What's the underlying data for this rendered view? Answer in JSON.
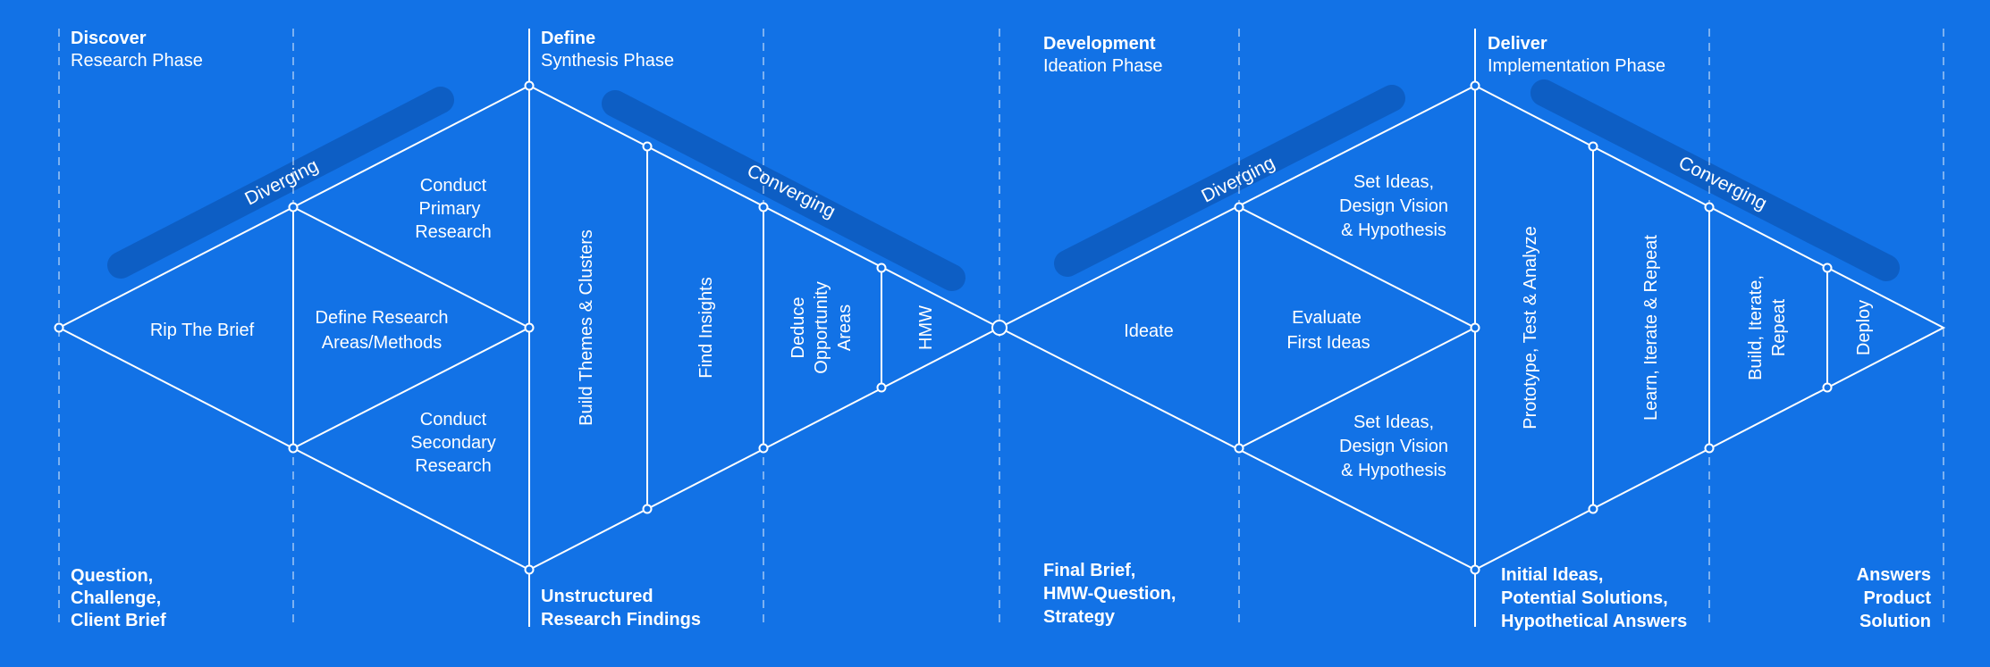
{
  "colors": {
    "background": "#1272e6",
    "lines": "#ffffff",
    "band": "#0d5ec4"
  },
  "phases": [
    {
      "name": "Discover",
      "subtitle": "Research Phase"
    },
    {
      "name": "Define",
      "subtitle": "Synthesis Phase"
    },
    {
      "name": "Development",
      "subtitle": "Ideation Phase"
    },
    {
      "name": "Deliver",
      "subtitle": "Implementation Phase"
    }
  ],
  "bottom_labels": {
    "discover": [
      "Question,",
      "Challenge,",
      "Client Brief"
    ],
    "define": [
      "Unstructured",
      "Research Findings"
    ],
    "development": [
      "Final Brief,",
      "HMW-Question,",
      "Strategy"
    ],
    "deliver": [
      "Initial Ideas,",
      "Potential Solutions,",
      "Hypothetical Answers"
    ],
    "answers": [
      "Answers",
      "Product",
      "Solution"
    ]
  },
  "bands": {
    "diverging": "Diverging",
    "converging": "Converging"
  },
  "diamond1": {
    "rip_the_brief": "Rip The Brief",
    "define_research": [
      "Define Research",
      "Areas/Methods"
    ],
    "primary_research": [
      "Conduct",
      "Primary",
      "Research"
    ],
    "secondary_research": [
      "Conduct",
      "Secondary",
      "Research"
    ],
    "build_themes": "Build Themes & Clusters",
    "find_insights": "Find Insights",
    "deduce_opportunity": [
      "Deduce",
      "Opportunity",
      "Areas"
    ],
    "hmw": "HMW"
  },
  "diamond2": {
    "ideate": "Ideate",
    "evaluate": [
      "Evaluate",
      "First Ideas"
    ],
    "set_ideas_top": [
      "Set Ideas,",
      "Design Vision",
      "& Hypothesis"
    ],
    "set_ideas_bottom": [
      "Set Ideas,",
      "Design Vision",
      "& Hypothesis"
    ],
    "prototype": "Prototype, Test & Analyze",
    "learn": "Learn, Iterate & Repeat",
    "build": [
      "Build, Iterate,",
      "Repeat"
    ],
    "deploy": "Deploy"
  }
}
